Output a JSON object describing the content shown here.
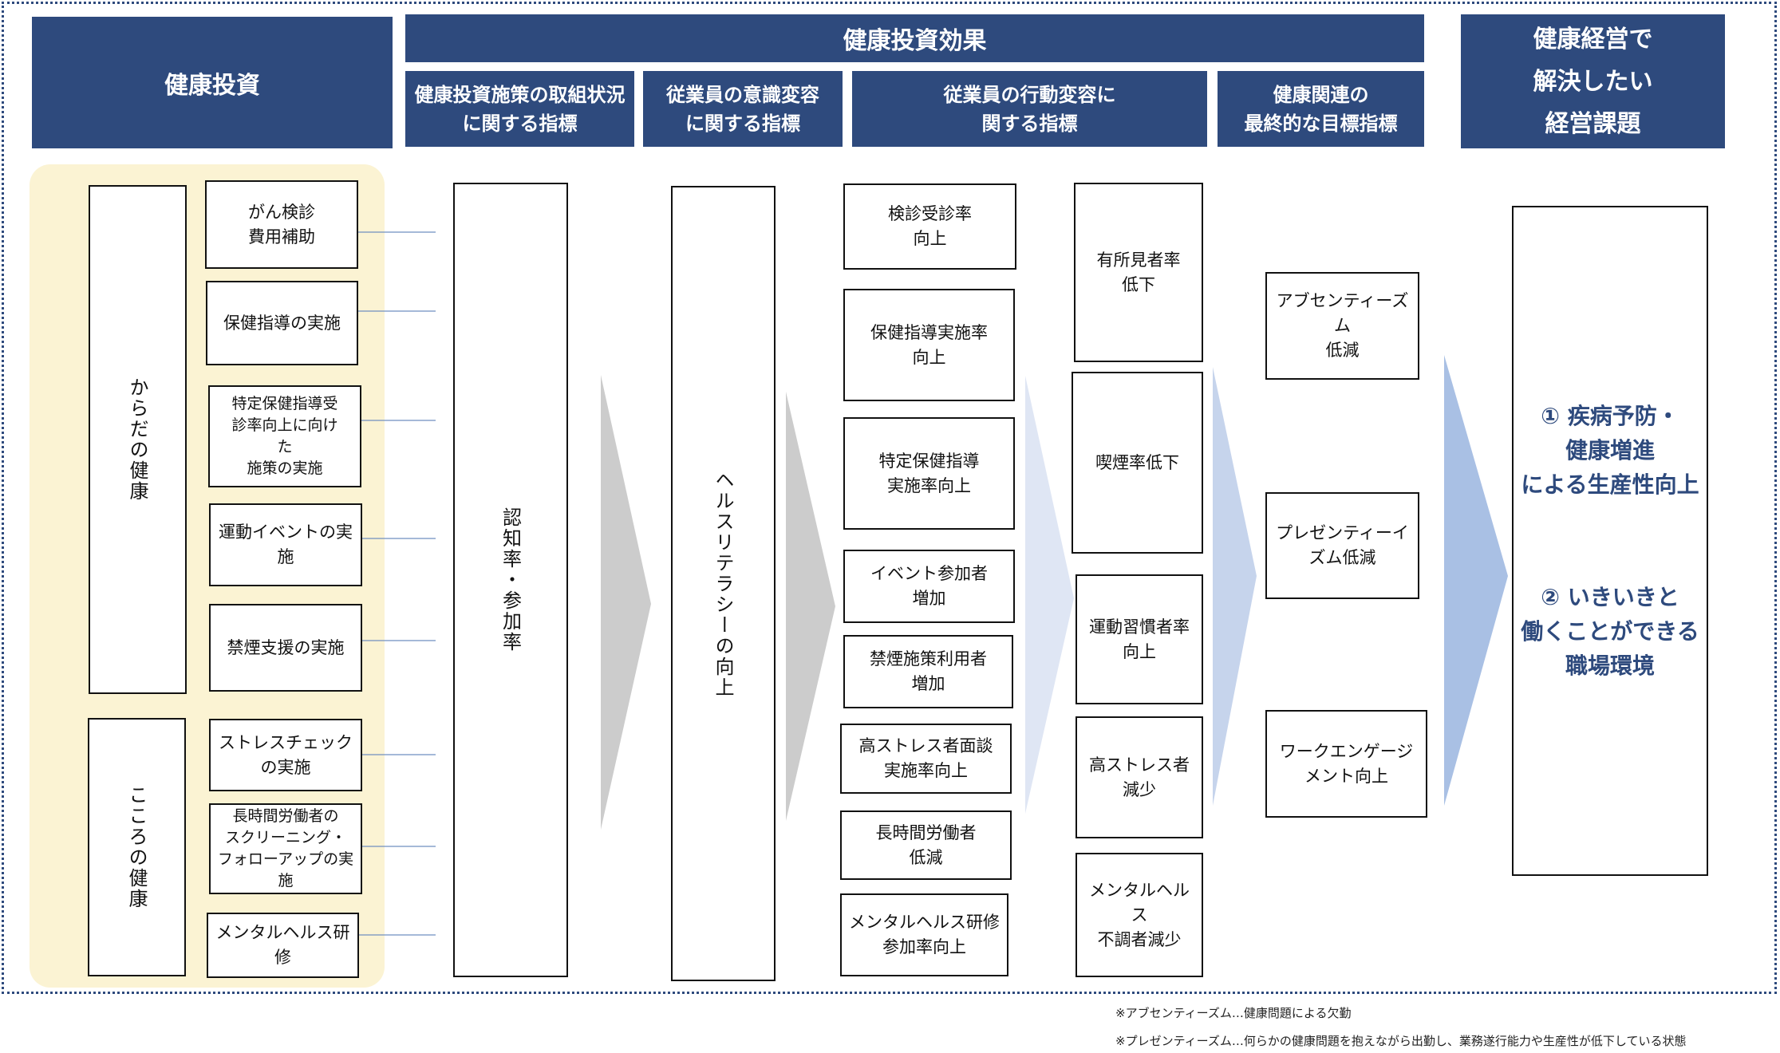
{
  "headers": {
    "investment": "健康投資",
    "effects": "健康投資効果",
    "issues": "健康経営で\n解決したい\n経営課題",
    "sub1": "健康投資施策の取組状況\nに関する指標",
    "sub2": "従業員の意識変容\nに関する指標",
    "sub3": "従業員の行動変容に\n関する指標",
    "sub4": "健康関連の\n最終的な目標指標"
  },
  "categories": {
    "body": "からだの健康",
    "mind": "こころの健康"
  },
  "measures": [
    "がん検診\n費用補助",
    "保健指導の実施",
    "特定保健指導受\n診率向上に向け\nた\n施策の実施",
    "運動イベントの実\n施",
    "禁煙支援の実施",
    "ストレスチェック\nの実施",
    "長時間労働者の\nスクリーニング・\nフォローアップの実\n施",
    "メンタルヘルス研\n修"
  ],
  "indicators": {
    "awareness": "認知率・参加率",
    "literacy": "ヘルスリテラシーの向上"
  },
  "behavior_left": [
    "検診受診率\n向上",
    "保健指導実施率\n向上",
    "特定保健指導\n実施率向上",
    "イベント参加者\n増加",
    "禁煙施策利用者\n増加",
    "高ストレス者面談\n実施率向上",
    "長時間労働者\n低減",
    "メンタルヘルス研修\n参加率向上"
  ],
  "behavior_right": [
    "有所見者率\n低下",
    "喫煙率低下",
    "運動習慣者率\n向上",
    "高ストレス者\n減少",
    "メンタルヘル\nス\n不調者減少"
  ],
  "final_targets": [
    "アブセンティーズ\nム\n低減",
    "プレゼンティーイ\nズム低減",
    "ワークエンゲージ\nメント向上"
  ],
  "goals": [
    "① 疾病予防・\n健康増進\nによる生産性向上",
    "② いきいきと\n働くことができる\n職場環境"
  ],
  "notes": [
    "※アブセンティーズム…健康問題による欠勤",
    "※プレゼンティーズム…何らかの健康問題を抱えながら出勤し、業務遂行能力や生産性が低下している状態"
  ],
  "colors": {
    "header": "#2e4a7d",
    "investment_bg": "#fbf3d3",
    "arrow_gray": "#cccccc",
    "arrow_light": "#dfe6f4",
    "arrow_mid": "#c6d4ec",
    "arrow_blue": "#a9c0e4"
  }
}
